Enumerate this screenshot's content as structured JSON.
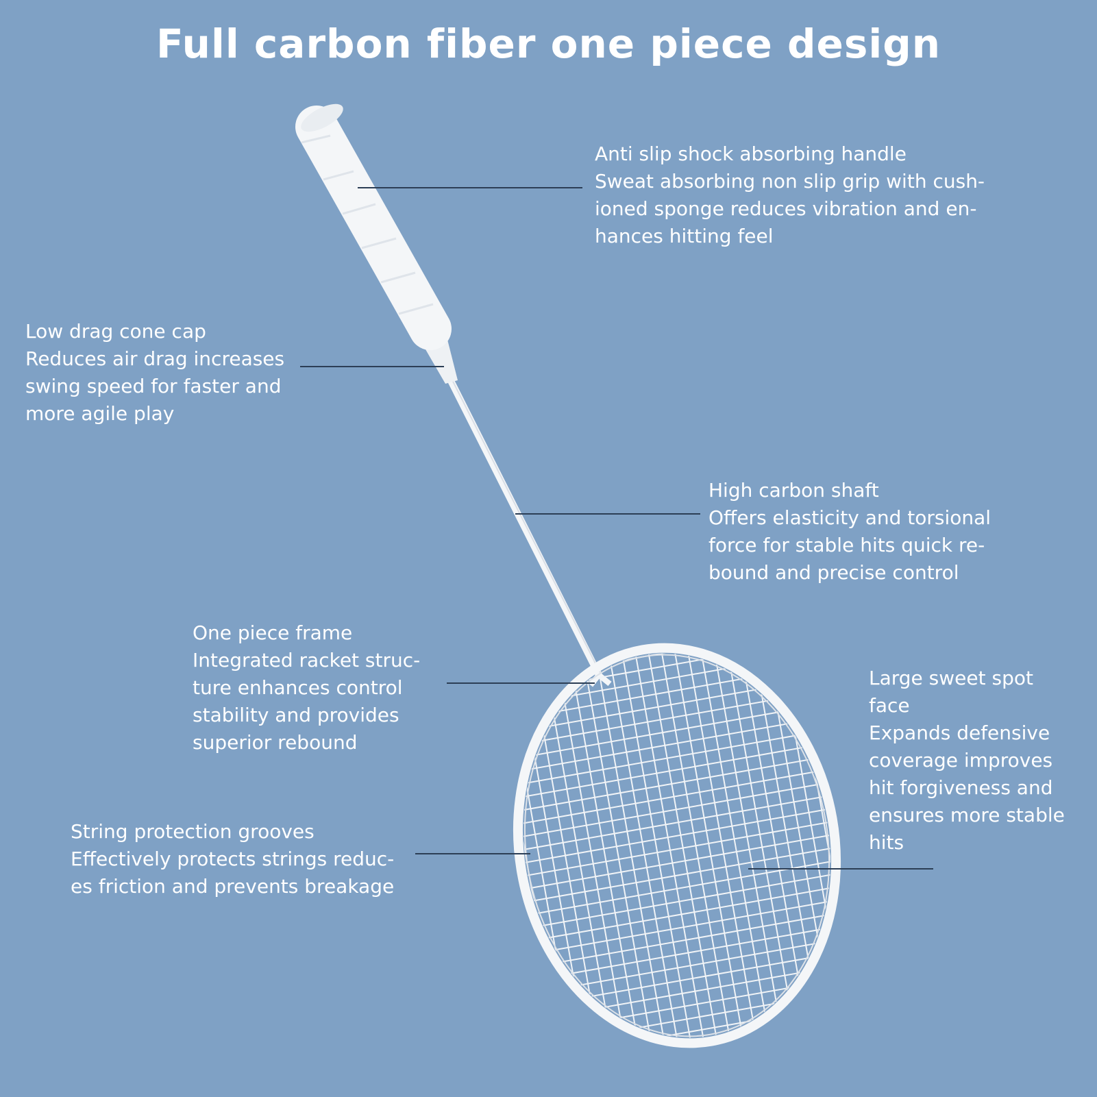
{
  "title": "Full carbon fiber one piece design",
  "colors": {
    "background": "#7fa1c5",
    "text": "#ffffff",
    "leader_line": "#2c3e55",
    "racket": "#f4f6f8"
  },
  "image": "badminton-racket",
  "callouts": [
    {
      "id": "handle",
      "heading": "Anti slip shock absorbing handle",
      "lines": [
        "Sweat absorbing non slip grip with cush-",
        "ioned sponge reduces vibration and en-",
        "hances hitting feel"
      ]
    },
    {
      "id": "cone-cap",
      "heading": "Low drag cone cap",
      "lines": [
        "Reduces air drag increases",
        "swing speed for faster and",
        "more agile play"
      ]
    },
    {
      "id": "shaft",
      "heading": "High carbon shaft",
      "lines": [
        "Offers elasticity and torsional",
        "force for stable hits quick re-",
        "bound and precise control"
      ]
    },
    {
      "id": "frame",
      "heading": "One piece frame",
      "lines": [
        "Integrated racket struc-",
        "ture enhances control",
        "stability and provides",
        "superior rebound"
      ]
    },
    {
      "id": "sweet-spot",
      "heading": "Large sweet spot",
      "lines": [
        "face",
        "Expands defensive",
        "coverage improves",
        "hit forgiveness and",
        "ensures more stable",
        "hits"
      ]
    },
    {
      "id": "grooves",
      "heading": "String protection grooves",
      "lines": [
        "Effectively protects strings reduc-",
        "es friction and prevents breakage"
      ]
    }
  ]
}
